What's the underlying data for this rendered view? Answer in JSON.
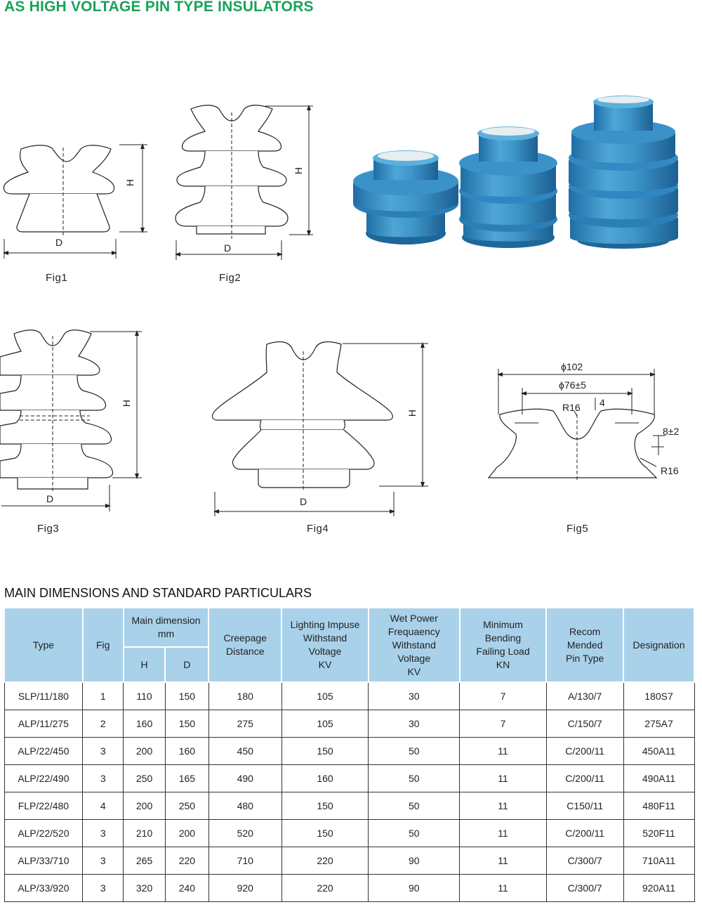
{
  "page": {
    "title": "AS HIGH VOLTAGE PIN TYPE INSULATORS",
    "section_title": "MAIN DIMENSIONS AND STANDARD PARTICULARS"
  },
  "figures": {
    "fig1": {
      "label": "Fig1",
      "dim_h": "H",
      "dim_d": "D"
    },
    "fig2": {
      "label": "Fig2",
      "dim_h": "H",
      "dim_d": "D"
    },
    "fig3": {
      "label": "Fig3",
      "dim_h": "H",
      "dim_d": "D"
    },
    "fig4": {
      "label": "Fig4",
      "dim_h": "H",
      "dim_d": "D"
    },
    "fig5": {
      "label": "Fig5",
      "dim_outer": "ϕ102",
      "dim_inner": "ϕ76±5",
      "r_top": "R16",
      "dim_4": "4",
      "dim_8": "8±2",
      "r_bottom": "R16"
    }
  },
  "photo": {
    "icon": "blue-porcelain-insulators-photo",
    "color": "#2f86c0"
  },
  "table": {
    "headers": {
      "type": "Type",
      "fig": "Fig",
      "main_dimension": "Main dimension",
      "main_dimension_unit": "mm",
      "h": "H",
      "d": "D",
      "creepage_1": "Creepage",
      "creepage_2": "Distance",
      "lighting_1": "Lighting Impuse",
      "lighting_2": "Withstand",
      "lighting_3": "Voltage",
      "lighting_4": "KV",
      "wet_1": "Wet Power",
      "wet_2": "Frequaency",
      "wet_3": "Withstand",
      "wet_4": "Voltage",
      "wet_5": "KV",
      "bending_1": "Minimum",
      "bending_2": "Bending",
      "bending_3": "Failing Load",
      "bending_4": "KN",
      "pin_1": "Recom",
      "pin_2": "Mended",
      "pin_3": "Pin Type",
      "designation": "Designation"
    },
    "header_color": "#a9d1ea",
    "rows": [
      [
        "SLP/11/180",
        "1",
        "110",
        "150",
        "180",
        "105",
        "30",
        "7",
        "A/130/7",
        "180S7"
      ],
      [
        "ALP/11/275",
        "2",
        "160",
        "150",
        "275",
        "105",
        "30",
        "7",
        "C/150/7",
        "275A7"
      ],
      [
        "ALP/22/450",
        "3",
        "200",
        "160",
        "450",
        "150",
        "50",
        "11",
        "C/200/11",
        "450A11"
      ],
      [
        "ALP/22/490",
        "3",
        "250",
        "165",
        "490",
        "160",
        "50",
        "11",
        "C/200/11",
        "490A11"
      ],
      [
        "FLP/22/480",
        "4",
        "200",
        "250",
        "480",
        "150",
        "50",
        "11",
        "C150/11",
        "480F11"
      ],
      [
        "ALP/22/520",
        "3",
        "210",
        "200",
        "520",
        "150",
        "50",
        "11",
        "C/200/11",
        "520F11"
      ],
      [
        "ALP/33/710",
        "3",
        "265",
        "220",
        "710",
        "220",
        "90",
        "11",
        "C/300/7",
        "710A11"
      ],
      [
        "ALP/33/920",
        "3",
        "320",
        "240",
        "920",
        "220",
        "90",
        "11",
        "C/300/7",
        "920A11"
      ]
    ]
  }
}
